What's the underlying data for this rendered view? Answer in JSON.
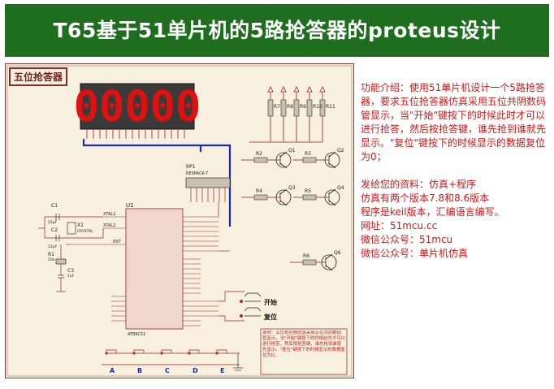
{
  "header": {
    "title": "T65基于51单片机的5路抢答器的proteus设计"
  },
  "schematic": {
    "frame_label": "五位抢答器",
    "display_digits": "00000",
    "resistor_labels": [
      "R7",
      "R8",
      "R9",
      "R10",
      "R11"
    ],
    "transistor_labels": [
      "Q1",
      "Q2",
      "Q3",
      "Q4",
      "Q6"
    ],
    "base_resistor_labels": [
      "R2",
      "R3",
      "R4",
      "R5",
      "R6"
    ],
    "rp_label": "RP1",
    "rp_value": "RESPACK-7",
    "mcu_label": "U1",
    "mcu_part": "AT89C51",
    "crystal_label": "X1",
    "crystal_value": "CRYSTAL",
    "cap_labels": [
      "C1",
      "C2",
      "C3"
    ],
    "cap_values": [
      "22pF",
      "22pF",
      "1uF"
    ],
    "reset_res_label": "R1",
    "reset_res_value": "10k",
    "pin_xtal1": "XTAL1",
    "pin_xtal2": "XTAL2",
    "pin_rst": "RST",
    "start_label": "开始",
    "reset_label": "复位",
    "keys": [
      "A",
      "B",
      "C",
      "D",
      "E"
    ],
    "note": "说明：五位抢答器仿真采用五位共阴数码管显示，当\"开始\"键按下的时候此时才可以进行抢答，然后按抢答键，谁先抢到谁就先显示。\"复位\"键按下的时候显示的数据复位为0；"
  },
  "description": {
    "lines": [
      "功能介绍：使用51单片机设计一个5路抢答器，要求五位抢答器仿真采用五位共阴数码管显示，当\"开始\"键按下的时候此时才可以进行抢答，然后按抢答键，谁先抢到谁就先显示。\"复位\"键按下的时候显示的数据复位为0；"
    ],
    "info": [
      "发给您的资料：仿真+程序",
      "仿真有两个版本7.8和8.6版本",
      "程序是keil版本，汇编语言编写。",
      "网址：51mcu.cc",
      "微信公众号：51mcu",
      "微信公众号：单片机仿真"
    ]
  },
  "colors": {
    "header_bg": "#1f6d1f",
    "text_red": "#d01818",
    "wire": "#9a2020",
    "bus": "#1a2aa8",
    "segment": "#e01010"
  }
}
